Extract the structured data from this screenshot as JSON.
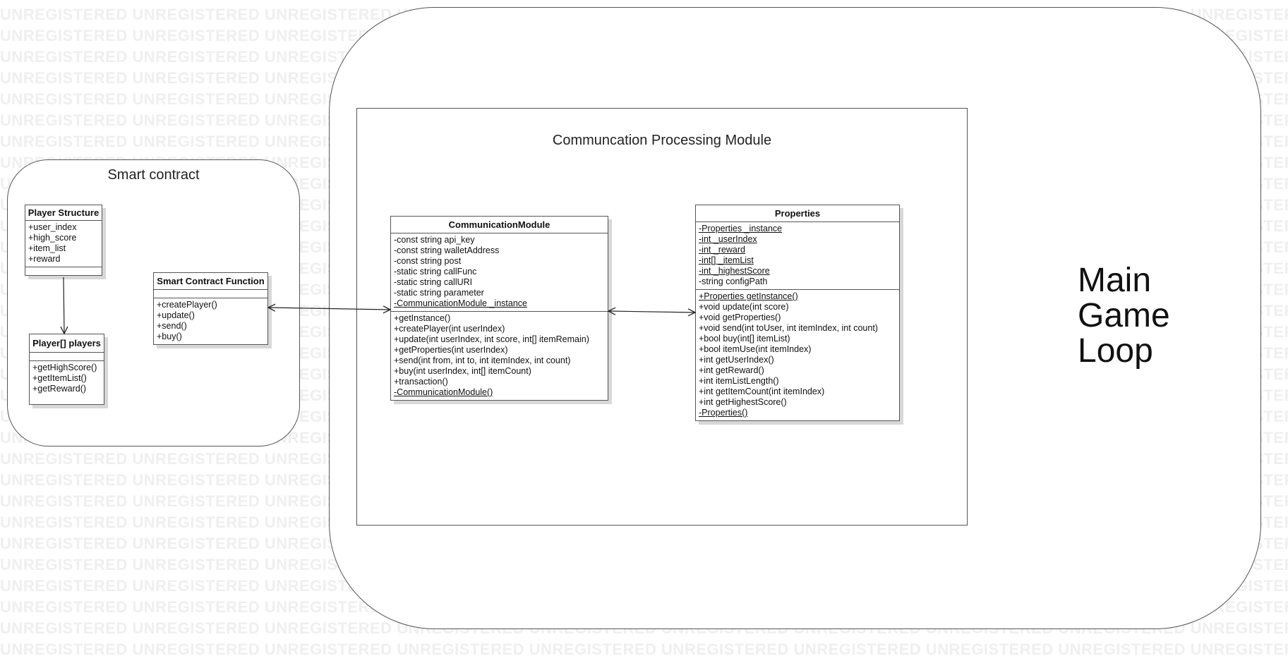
{
  "watermark": {
    "text": "UNREGISTERED"
  },
  "frames": {
    "main_loop": {
      "label": "Main Game Loop",
      "lines": [
        "Main",
        "Game",
        "Loop"
      ]
    },
    "comm_processing": {
      "title": "Communcation Processing Module"
    },
    "smart_contract": {
      "title": "Smart contract"
    }
  },
  "classes": {
    "player_structure": {
      "name": "Player Structure",
      "attributes": [
        "+user_index",
        "+high_score",
        "+item_list",
        "+reward"
      ],
      "operations": []
    },
    "players": {
      "name": "Player[] players",
      "attributes": [],
      "operations": [
        "+getHighScore()",
        "+getItemList()",
        "+getReward()"
      ]
    },
    "smart_contract_function": {
      "name": "Smart Contract Function",
      "attributes": [],
      "operations": [
        "+createPlayer()",
        "+update()",
        "+send()",
        "+buy()"
      ]
    },
    "communication_module": {
      "name": "CommunicationModule",
      "attributes": [
        {
          "text": "-const string api_key",
          "static": false
        },
        {
          "text": "-const string walletAddress",
          "static": false
        },
        {
          "text": "-const string post",
          "static": false
        },
        {
          "text": "-static string callFunc",
          "static": false
        },
        {
          "text": "-static string callURI",
          "static": false
        },
        {
          "text": "-static string parameter",
          "static": false
        },
        {
          "text": "-CommunicationModule _instance",
          "static": true
        }
      ],
      "operations": [
        {
          "text": "+getInstance()",
          "static": false
        },
        {
          "text": "+createPlayer(int userIndex)",
          "static": false
        },
        {
          "text": "+update(int userIndex, int score, int[] itemRemain)",
          "static": false
        },
        {
          "text": "+getProperties(int userIndex)",
          "static": false
        },
        {
          "text": "+send(int from, int to, int itemIndex, int count)",
          "static": false
        },
        {
          "text": "+buy(int userIndex, int[] itemCount)",
          "static": false
        },
        {
          "text": "+transaction()",
          "static": false
        },
        {
          "text": "-CommunicationModule()",
          "static": true
        }
      ]
    },
    "properties": {
      "name": "Properties",
      "attributes": [
        {
          "text": "-Properties _instance",
          "static": true
        },
        {
          "text": "-int _userIndex",
          "static": true
        },
        {
          "text": "-int _reward",
          "static": true
        },
        {
          "text": "-int[] _itemList",
          "static": true
        },
        {
          "text": "-int _highestScore",
          "static": true
        },
        {
          "text": "-string configPath",
          "static": false
        }
      ],
      "operations": [
        {
          "text": "+Properties getInstance()",
          "static": true
        },
        {
          "text": "+void update(int score)",
          "static": false
        },
        {
          "text": "+void getProperties()",
          "static": false
        },
        {
          "text": "+void send(int toUser, int itemIndex, int count)",
          "static": false
        },
        {
          "text": "+bool buy(int[] itemList)",
          "static": false
        },
        {
          "text": "+bool itemUse(int itemIndex)",
          "static": false
        },
        {
          "text": "+int getUserIndex()",
          "static": false
        },
        {
          "text": "+int getReward()",
          "static": false
        },
        {
          "text": "+int itemListLength()",
          "static": false
        },
        {
          "text": "+int getItemCount(int itemIndex)",
          "static": false
        },
        {
          "text": "+int getHighestScore()",
          "static": false
        },
        {
          "text": "-Properties()",
          "static": true
        }
      ]
    }
  },
  "relations": [
    {
      "from": "player_structure",
      "to": "players",
      "type": "directed"
    },
    {
      "from": "smart_contract_function",
      "to": "communication_module",
      "type": "bidirectional"
    },
    {
      "from": "communication_module",
      "to": "properties",
      "type": "bidirectional"
    }
  ]
}
